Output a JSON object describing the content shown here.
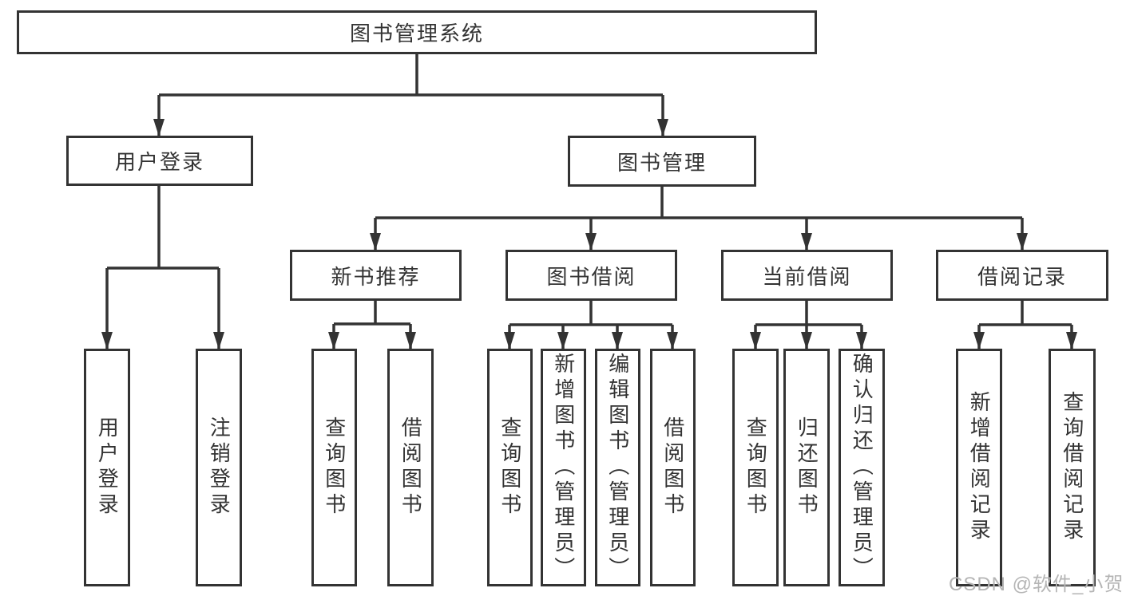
{
  "diagram": {
    "title": "图书管理系统",
    "tree": {
      "root": {
        "label": "图书管理系统",
        "children": [
          {
            "label": "用户登录",
            "children": [
              {
                "label": "用户登录"
              },
              {
                "label": "注销登录"
              }
            ]
          },
          {
            "label": "图书管理",
            "children": [
              {
                "label": "新书推荐",
                "children": [
                  {
                    "label": "查询图书"
                  },
                  {
                    "label": "借阅图书"
                  }
                ]
              },
              {
                "label": "图书借阅",
                "children": [
                  {
                    "label": "查询图书"
                  },
                  {
                    "label": "新增图书（管理员）"
                  },
                  {
                    "label": "编辑图书（管理员）"
                  },
                  {
                    "label": "借阅图书"
                  }
                ]
              },
              {
                "label": "当前借阅",
                "children": [
                  {
                    "label": "查询图书"
                  },
                  {
                    "label": "归还图书"
                  },
                  {
                    "label": "确认归还（管理员）"
                  }
                ]
              },
              {
                "label": "借阅记录",
                "children": [
                  {
                    "label": "新增借阅记录"
                  },
                  {
                    "label": "查询借阅记录"
                  }
                ]
              }
            ]
          }
        ]
      }
    },
    "colors": {
      "line": "#333333",
      "text": "#333333",
      "box_background": "#ffffff",
      "watermark": "#b5b5b5",
      "background": "#ffffff"
    }
  },
  "watermark": "CSDN @软件_小贺同学"
}
